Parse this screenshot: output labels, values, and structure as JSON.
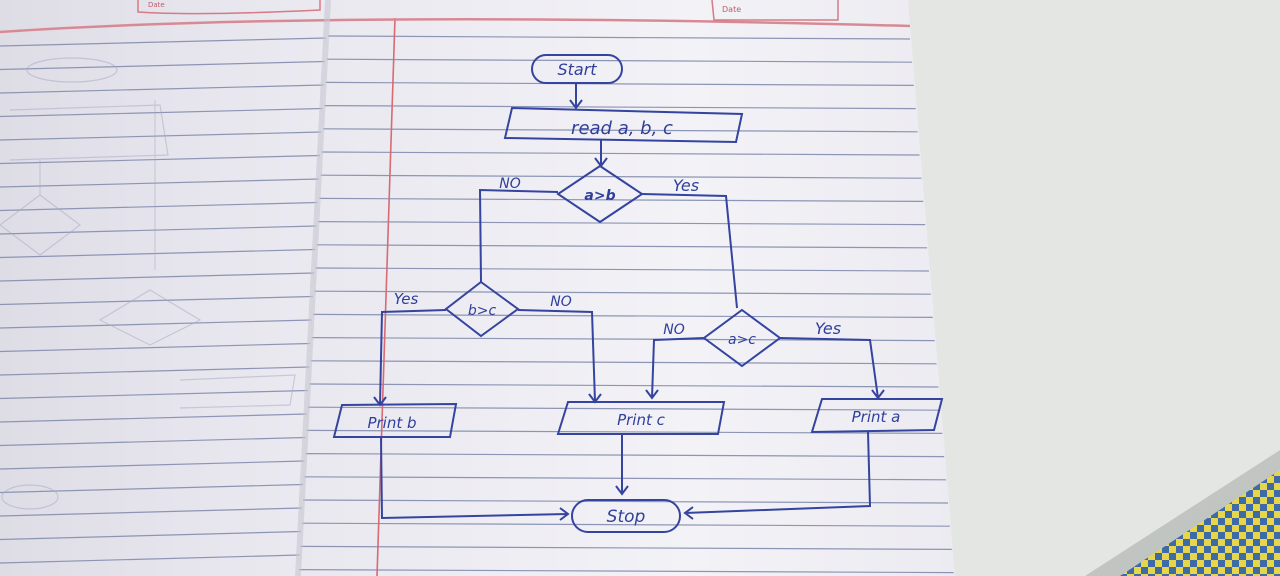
{
  "notebook": {
    "header_left": "Date",
    "header_right": "Date"
  },
  "flowchart": {
    "start": "Start",
    "input": "read a, b, c",
    "decision_ab": "a>b",
    "decision_bc": "b>c",
    "decision_ac": "a>c",
    "label_no_ab": "NO",
    "label_yes_ab": "Yes",
    "label_yes_bc": "Yes",
    "label_no_bc": "NO",
    "label_no_ac": "NO",
    "label_yes_ac": "Yes",
    "print_b": "Print b",
    "print_c": "Print c",
    "print_a": "Print a",
    "stop": "Stop"
  },
  "colors": {
    "ink": "#2f3f9c",
    "paper": "#f4f3f8",
    "margin_line": "#d86a74",
    "background": "#cfd2cf"
  }
}
